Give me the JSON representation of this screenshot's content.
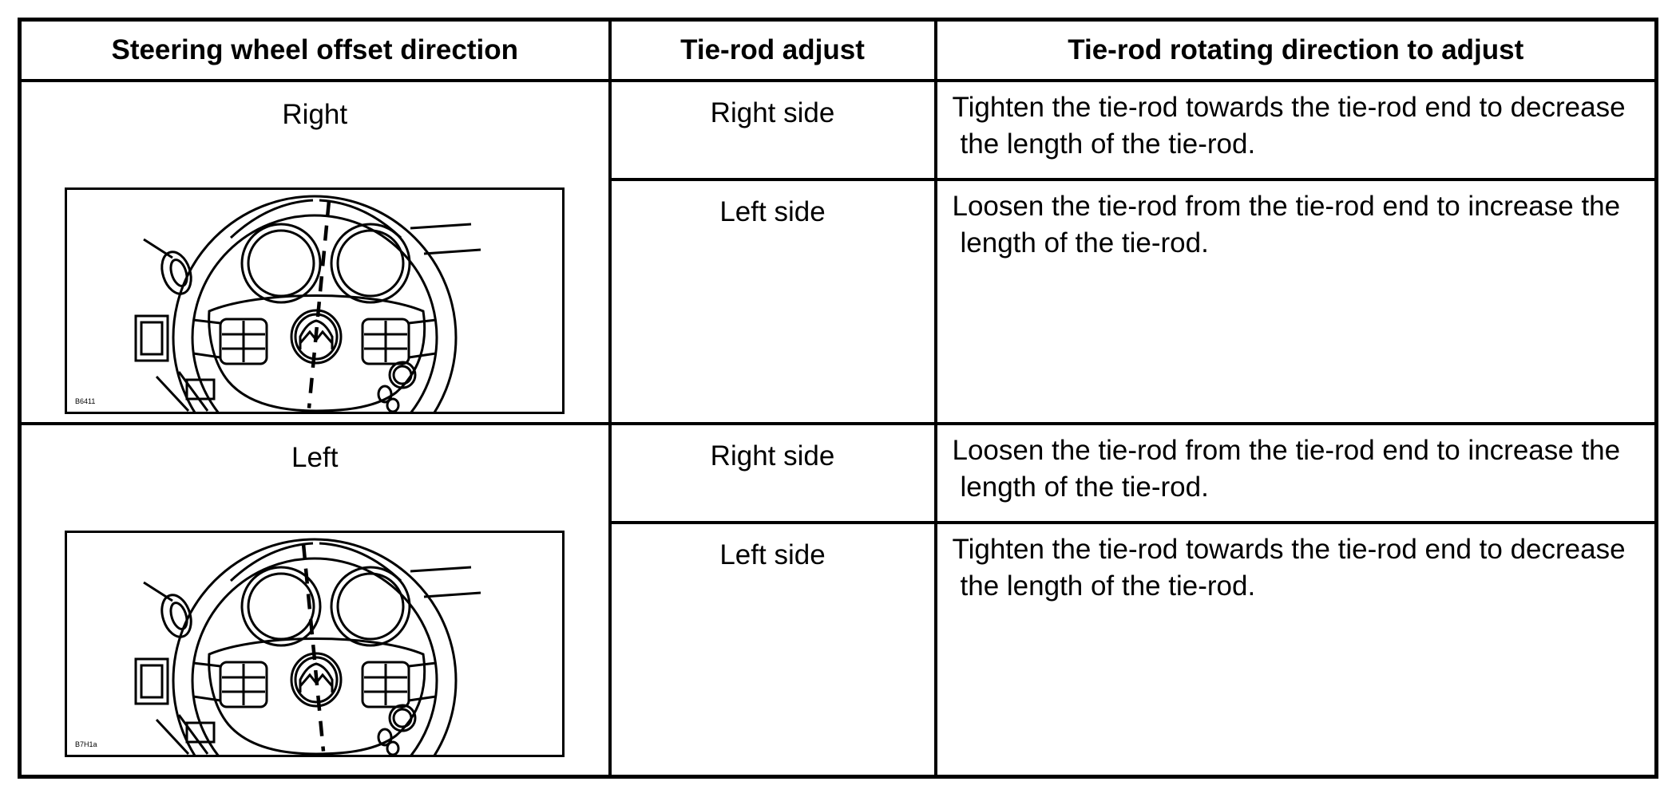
{
  "page": {
    "background_color": "#ffffff",
    "line_color": "#000000"
  },
  "table": {
    "headers": [
      "Steering wheel offset direction",
      "Tie-rod adjust",
      "Tie-rod rotating direction to adjust"
    ],
    "blocks": [
      {
        "direction": "Right",
        "figure": "steering-wheel-offset-right",
        "figure_code": "B6411",
        "tilt": "right",
        "rows": [
          {
            "side": "Right side",
            "instruction": "Tighten the tie-rod towards the tie-rod end to decrease the length of the tie-rod."
          },
          {
            "side": "Left side",
            "instruction": "Loosen the tie-rod from the tie-rod end to increase the length of the tie-rod."
          }
        ]
      },
      {
        "direction": "Left",
        "figure": "steering-wheel-offset-left",
        "figure_code": "B7H1a",
        "tilt": "left",
        "rows": [
          {
            "side": "Right side",
            "instruction": "Loosen the tie-rod from the tie-rod end to increase the length of the tie-rod."
          },
          {
            "side": "Left side",
            "instruction": "Tighten the tie-rod towards the tie-rod end to decrease the length of the tie-rod."
          }
        ]
      }
    ]
  }
}
